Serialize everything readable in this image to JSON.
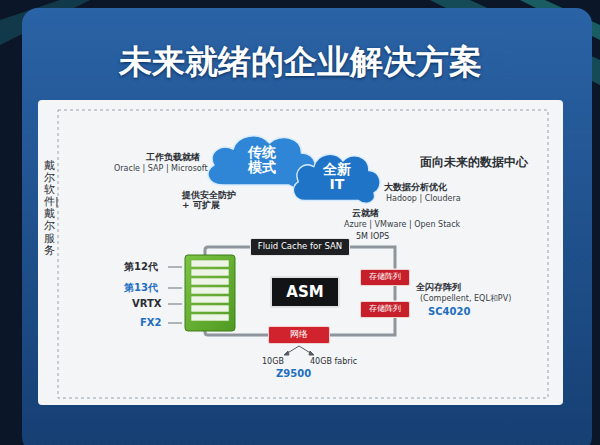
{
  "diagram": {
    "title": "未来就绪的企业解决方案",
    "nodes": [
      {
        "text": [
          "传统模式"
        ]
      },
      {
        "text": [
          "全新IT"
        ]
      },
      {
        "text": [
          "Fluid Cache for SAN"
        ]
      },
      {
        "text": [
          "ASM"
        ]
      },
      {
        "text": [
          "存储阵列"
        ]
      },
      {
        "text": [
          "存储阵列"
        ]
      },
      {
        "text": [
          "网络"
        ]
      }
    ],
    "edges": [
      {
        "from": 2,
        "to": 4,
        "arrow": "none"
      },
      {
        "from": 4,
        "to": 5,
        "arrow": "none"
      },
      {
        "from": 5,
        "to": 6,
        "arrow": "none"
      }
    ],
    "labels": [
      "戴尔软件|戴尔服务",
      "面向未来的数据中心",
      "工作负载就绪",
      "Oracle | SAP | Microsoft",
      "提供安全防护 + 可扩展",
      "大数据分析优化",
      "Hadoop | Cloudera",
      "云就绪",
      "Azure | VMware | Open Stack",
      "5M IOPS",
      "第12代",
      "第13代",
      "VRTX",
      "FX2",
      "全闪存阵列",
      "(Compellent, EQL和PV)",
      "SC4020",
      "10GB",
      "40GB fabric",
      "Z9500"
    ]
  }
}
